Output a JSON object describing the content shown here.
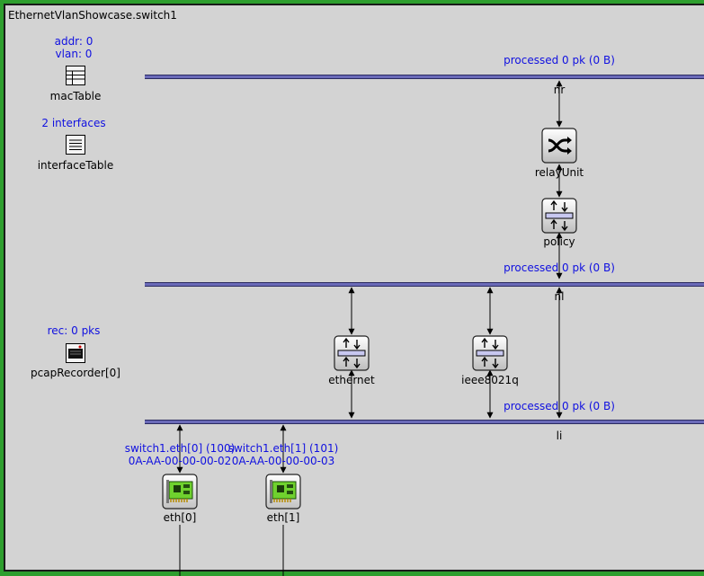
{
  "window": {
    "title": "EthernetVlanShowcase.switch1"
  },
  "colors": {
    "frame": "#2e9e2e",
    "canvas": "#d3d3d3",
    "status_text": "#1010e0",
    "bus": "#6a6ab8",
    "nic_green": "#6fd12e"
  },
  "modules": {
    "macTable": {
      "status_line1": "addr: 0",
      "status_line2": "vlan: 0",
      "label": "macTable",
      "icon": "table-icon"
    },
    "interfaceTable": {
      "status": "2 interfaces",
      "label": "interfaceTable",
      "icon": "list-icon"
    },
    "pcapRecorder": {
      "status": "rec: 0 pks",
      "label": "pcapRecorder[0]",
      "icon": "recorder-icon"
    },
    "relayUnit": {
      "label": "relayUnit",
      "icon": "switch-icon"
    },
    "policy": {
      "label": "policy",
      "icon": "layer-icon"
    },
    "ethernet": {
      "label": "ethernet",
      "icon": "layer-icon"
    },
    "ieee8021q": {
      "label": "ieee8021q",
      "icon": "layer-icon"
    },
    "nr": {
      "status": "processed 0 pk (0 B)",
      "label": "nr"
    },
    "nl": {
      "status": "processed 0 pk (0 B)",
      "label": "nl"
    },
    "li": {
      "status": "processed 0 pk (0 B)",
      "label": "li"
    },
    "eth0": {
      "status_line1": "switch1.eth[0] (100)",
      "status_line2": "0A-AA-00-00-00-02",
      "label": "eth[0]",
      "icon": "nic-icon"
    },
    "eth1": {
      "status_line1": "switch1.eth[1] (101)",
      "status_line2": "0A-AA-00-00-00-03",
      "label": "eth[1]",
      "icon": "nic-icon"
    }
  }
}
